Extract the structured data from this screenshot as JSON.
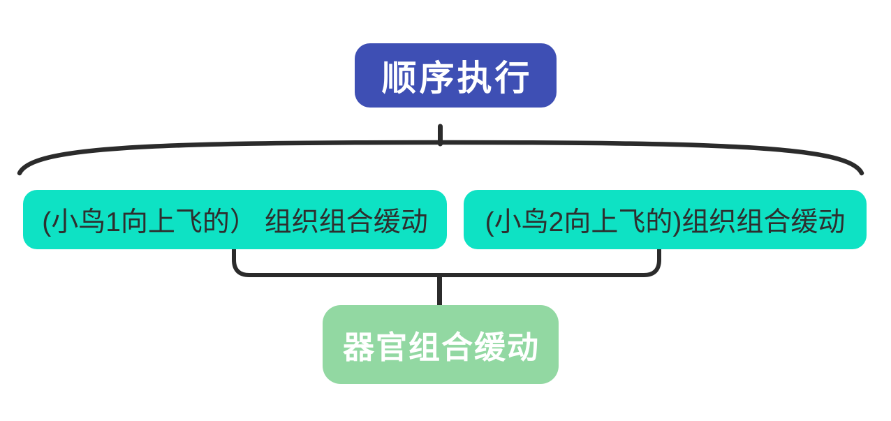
{
  "diagram": {
    "root_node": {
      "label": "顺序执行",
      "bg_color": "#3E4FB4",
      "text_color": "#FFFFFF"
    },
    "child_nodes": [
      {
        "label": "(小鸟1向上飞的） 组织组合缓动",
        "bg_color": "#0EE2C4",
        "text_color": "#2E2E2E"
      },
      {
        "label": "(小鸟2向上飞的)组织组合缓动",
        "bg_color": "#0EE2C4",
        "text_color": "#2E2E2E"
      }
    ],
    "merge_node": {
      "label": "器官组合缓动",
      "bg_color": "#92D8A2",
      "text_color": "#FFFFFF"
    },
    "connector_color": "#2B2B2B"
  }
}
